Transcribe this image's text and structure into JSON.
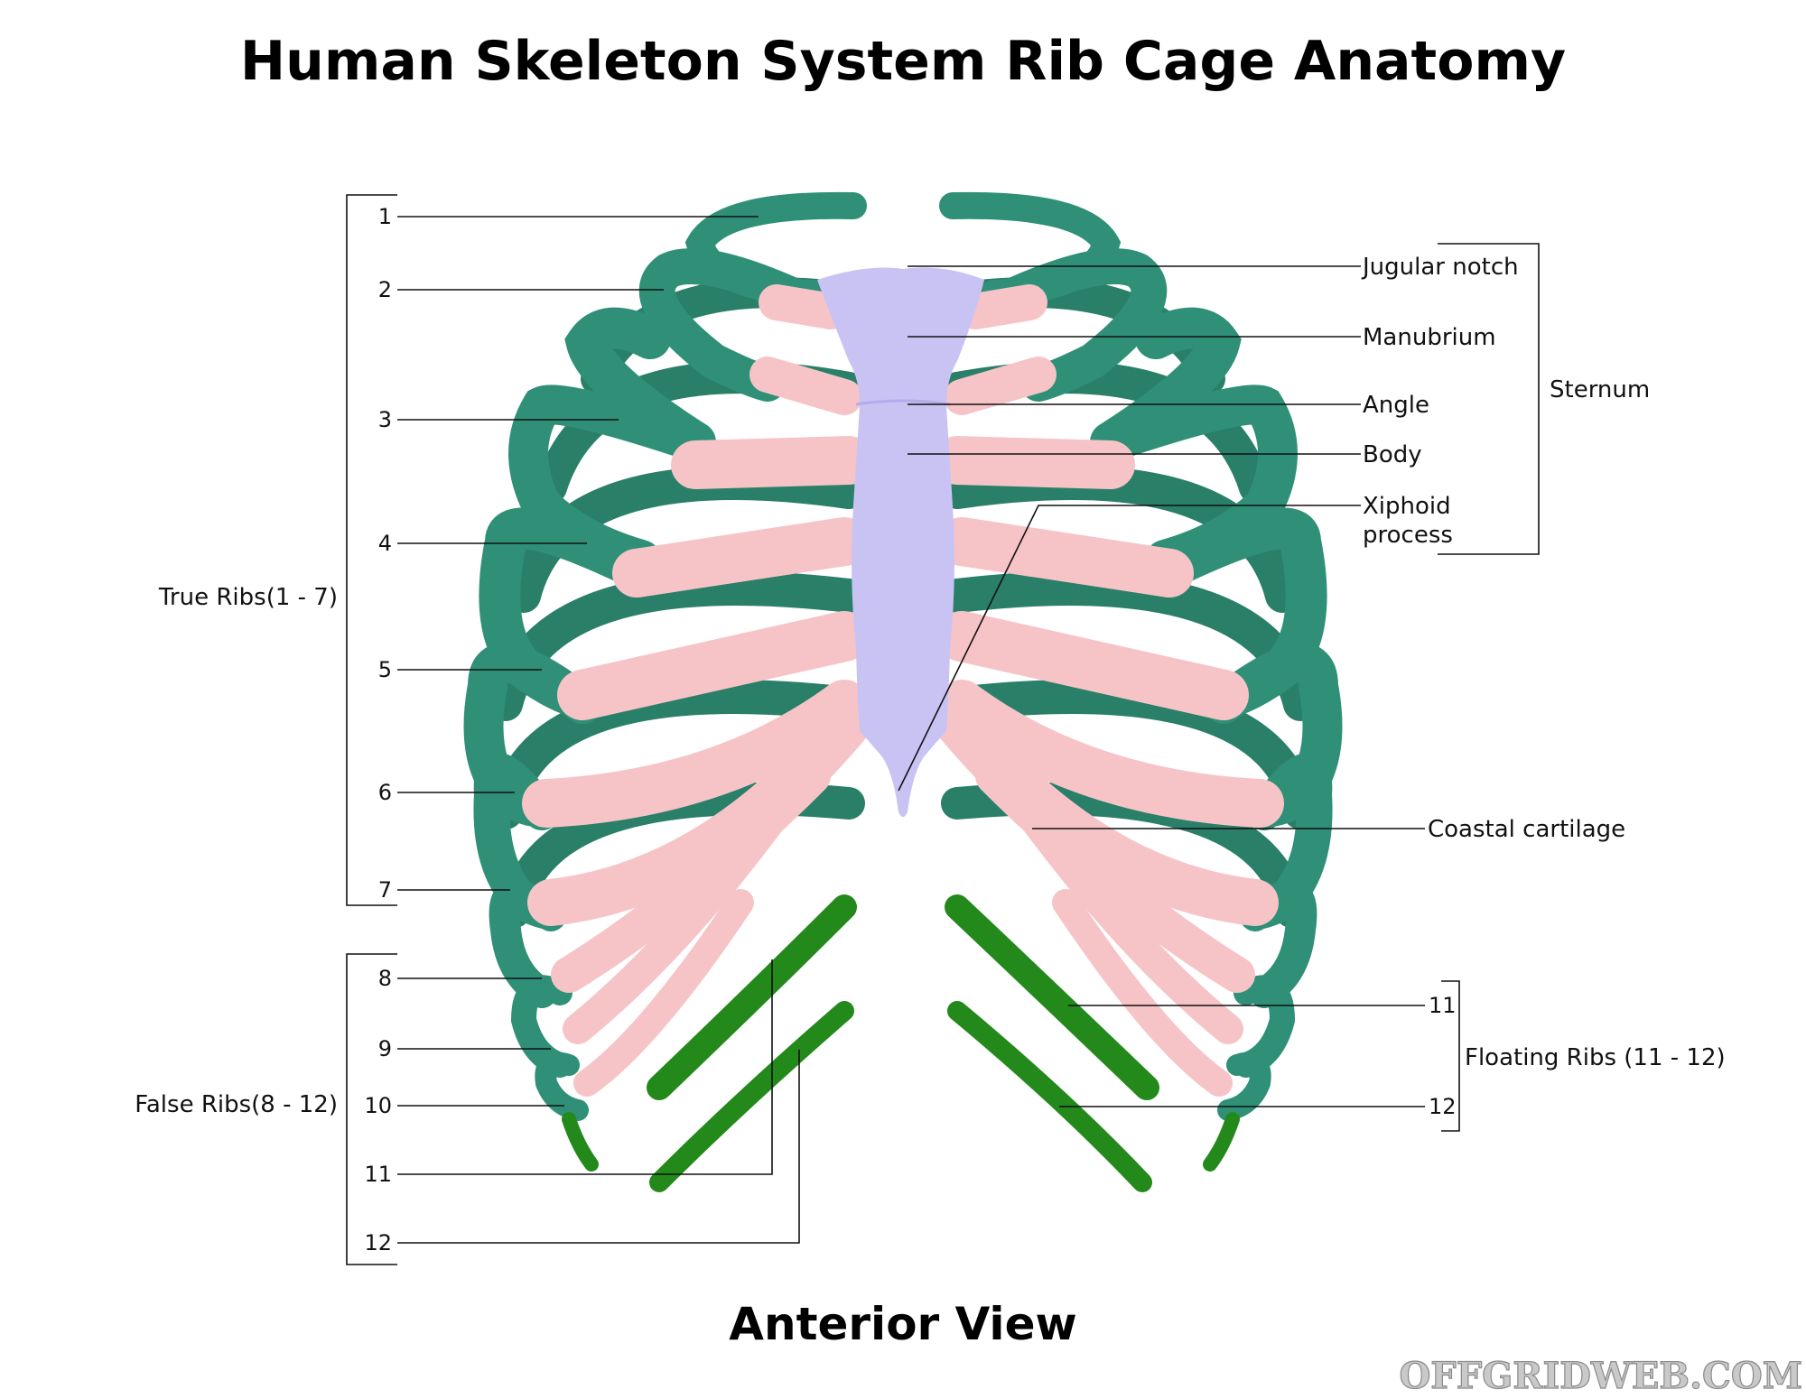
{
  "title": "Human Skeleton System Rib Cage Anatomy",
  "subtitle": "Anterior View",
  "watermark": "OFFGRIDWEB.COM",
  "groups": {
    "true_ribs": "True Ribs(1 - 7)",
    "false_ribs": "False Ribs(8 - 12)",
    "floating_ribs": "Floating Ribs (11 - 12)",
    "sternum": "Sternum"
  },
  "left_numbers": [
    "1",
    "2",
    "3",
    "4",
    "5",
    "6",
    "7",
    "8",
    "9",
    "10",
    "11",
    "12"
  ],
  "sternum_parts": {
    "jugular_notch": "Jugular notch",
    "manubrium": "Manubrium",
    "angle": "Angle",
    "body": "Body",
    "xiphoid_line1": "Xiphoid",
    "xiphoid_line2": "process"
  },
  "coastal_cartilage": "Coastal cartilage",
  "right_numbers": [
    "11",
    "12"
  ],
  "colors": {
    "rib": "#2f9077",
    "rib_light": "#5bb598",
    "cartilage": "#f6c4c7",
    "sternum": "#c9c3f4",
    "floating_rib": "#23891b"
  }
}
